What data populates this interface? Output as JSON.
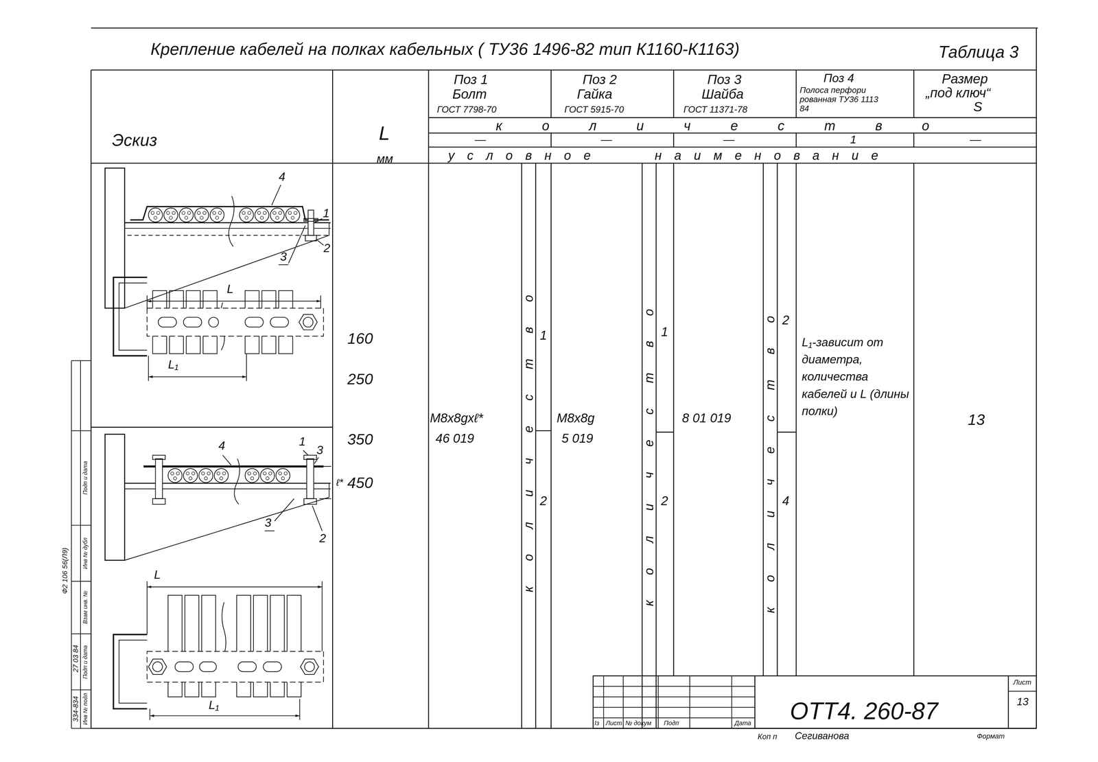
{
  "diagram": {
    "title": "Крепление кабелей на полках кабельных ( ТУ36 1496-82 тип К1160-К1163)",
    "labels": [
      "Таблица 3",
      "Эскиз",
      "L",
      "мм",
      "Поз 1",
      "Болт",
      "ГОСТ 7798-70",
      "Поз 2",
      "Гайка",
      "ГОСТ 5915-70",
      "Поз 3",
      "Шайба",
      "ГОСТ 11371-78",
      "Поз 4",
      "Полоса перфори рованная ТУ36 1113 84",
      "Размер",
      "„под ключ“",
      "S",
      "количество",
      "—",
      "—",
      "—",
      "1",
      "—",
      "условное",
      "наименование",
      "160",
      "250",
      "350",
      "450",
      "М8х8gхℓ*",
      "46 019",
      "количество",
      "1",
      "2",
      "М8х8g",
      "5 019",
      "количество",
      "1",
      "2",
      "8 01 019",
      "количество",
      "2",
      "4",
      "L₁-зависит от диаметра, количества кабелей и L (длины полки)",
      "13",
      "4",
      "1",
      "2",
      "3",
      "L",
      "L₁",
      "4",
      "1",
      "3",
      "ℓ*",
      "3",
      "2",
      "L",
      "L₁",
      "ОТТ4. 260-87",
      "Лист",
      "13",
      "Iз",
      "Лист",
      "№ докум",
      "Подп",
      "Дата",
      "Коп п",
      "Сегиванова",
      "Формат",
      "Инв № подл",
      "Подп и дата",
      "Взам инв. №",
      "Инв № дубл",
      "Подп и дата",
      "Ф2 106 56(Л9)",
      "334-834",
      "27 03 84"
    ]
  }
}
